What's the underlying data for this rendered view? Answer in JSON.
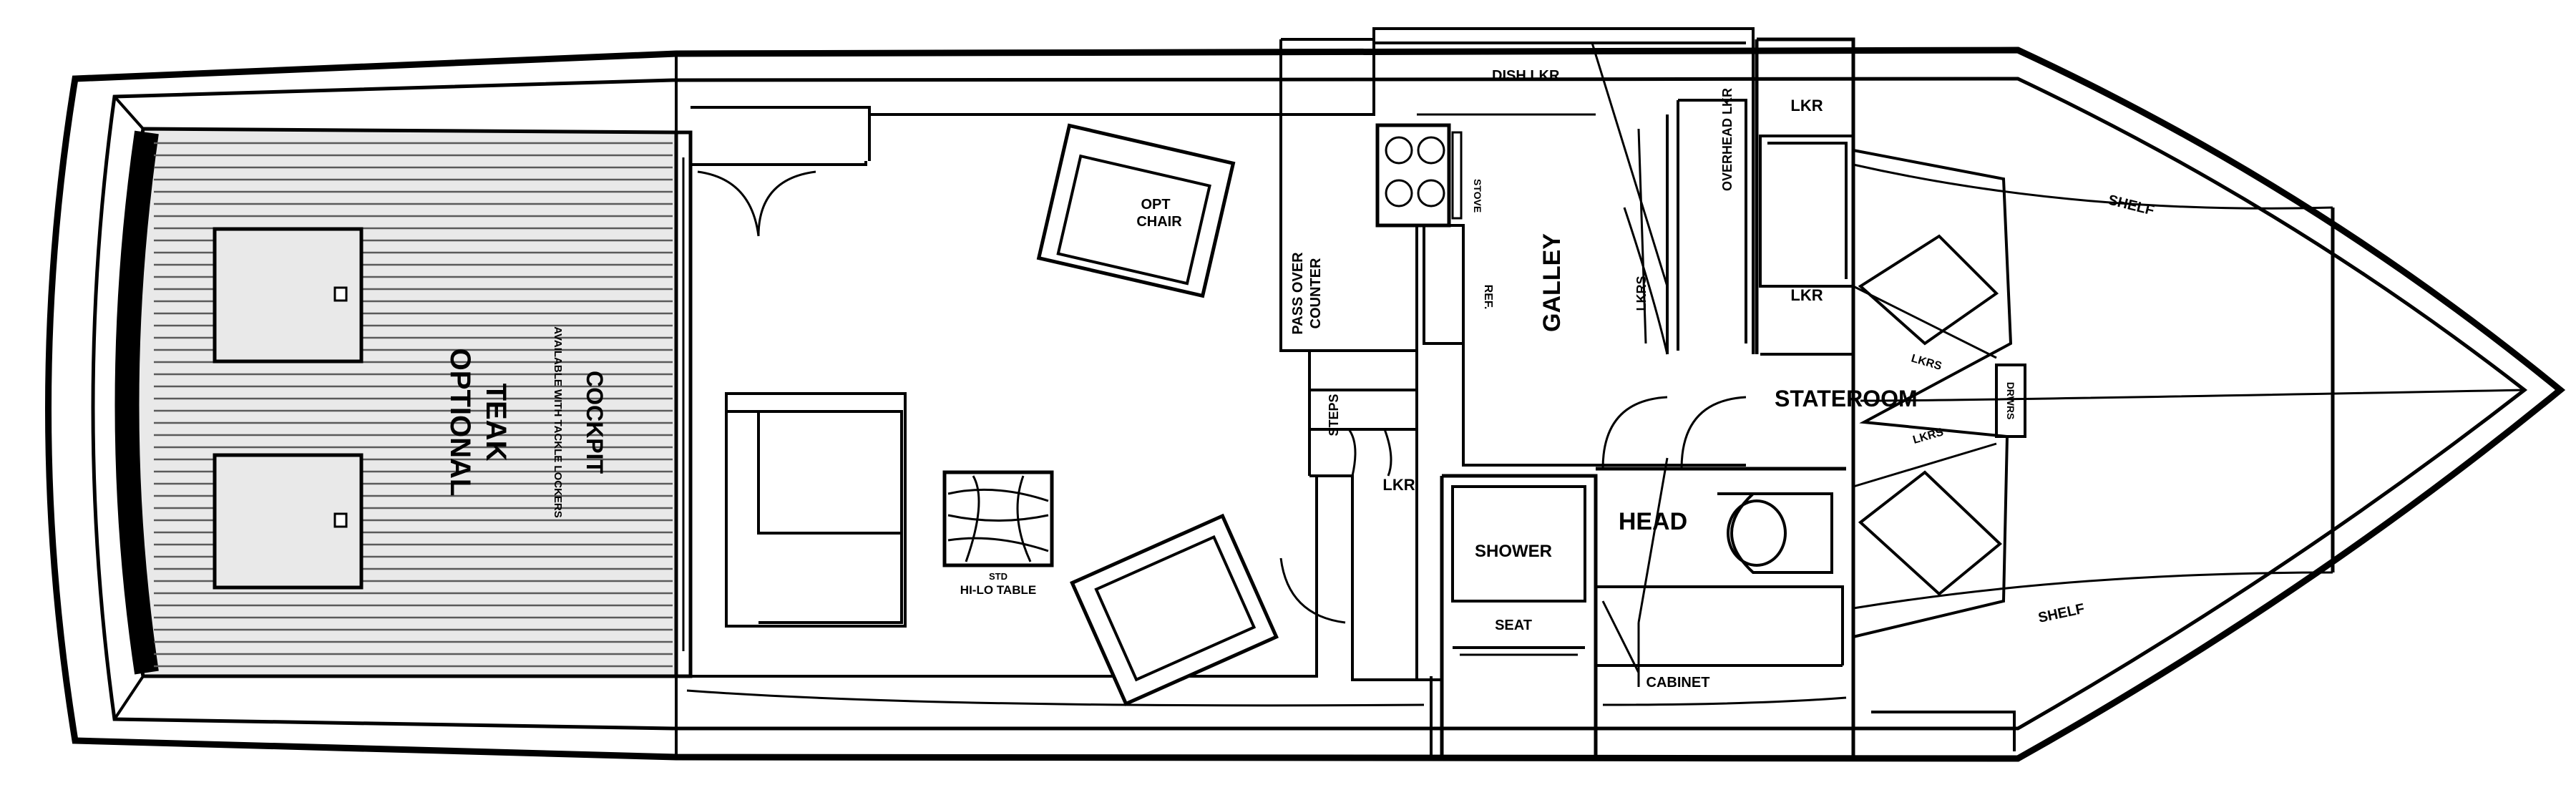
{
  "labels": {
    "dish_lkr": "DISH LKR",
    "lkr_top": "LKR",
    "lkr_mid": "LKR",
    "lkr_head": "LKR",
    "opt_chair_1": "OPT",
    "opt_chair_2": "CHAIR",
    "stove": "STOVE",
    "overhead_lkr": "OVERHEAD LKR",
    "pass_over_1": "PASS OVER",
    "pass_over_2": "COUNTER",
    "ref": "REF.",
    "galley": "GALLEY",
    "lkrs_galley": "LKRS",
    "shelf_top": "SHELF",
    "shelf_bottom": "SHELF",
    "stateroom": "STATEROOM",
    "lkrs_upper": "LKRS",
    "lkrs_lower": "LKRS",
    "drawers": "DRWRS",
    "steps": "STEPS",
    "shower": "SHOWER",
    "head": "HEAD",
    "seat": "SEAT",
    "cabinet": "CABINET",
    "std": "STD",
    "hi_lo_table": "HI-LO TABLE",
    "cockpit": "COCKPIT",
    "cockpit_sub": "AVAILABLE WITH TACKLE LOCKERS",
    "teak": "TEAK",
    "optional": "OPTIONAL"
  }
}
